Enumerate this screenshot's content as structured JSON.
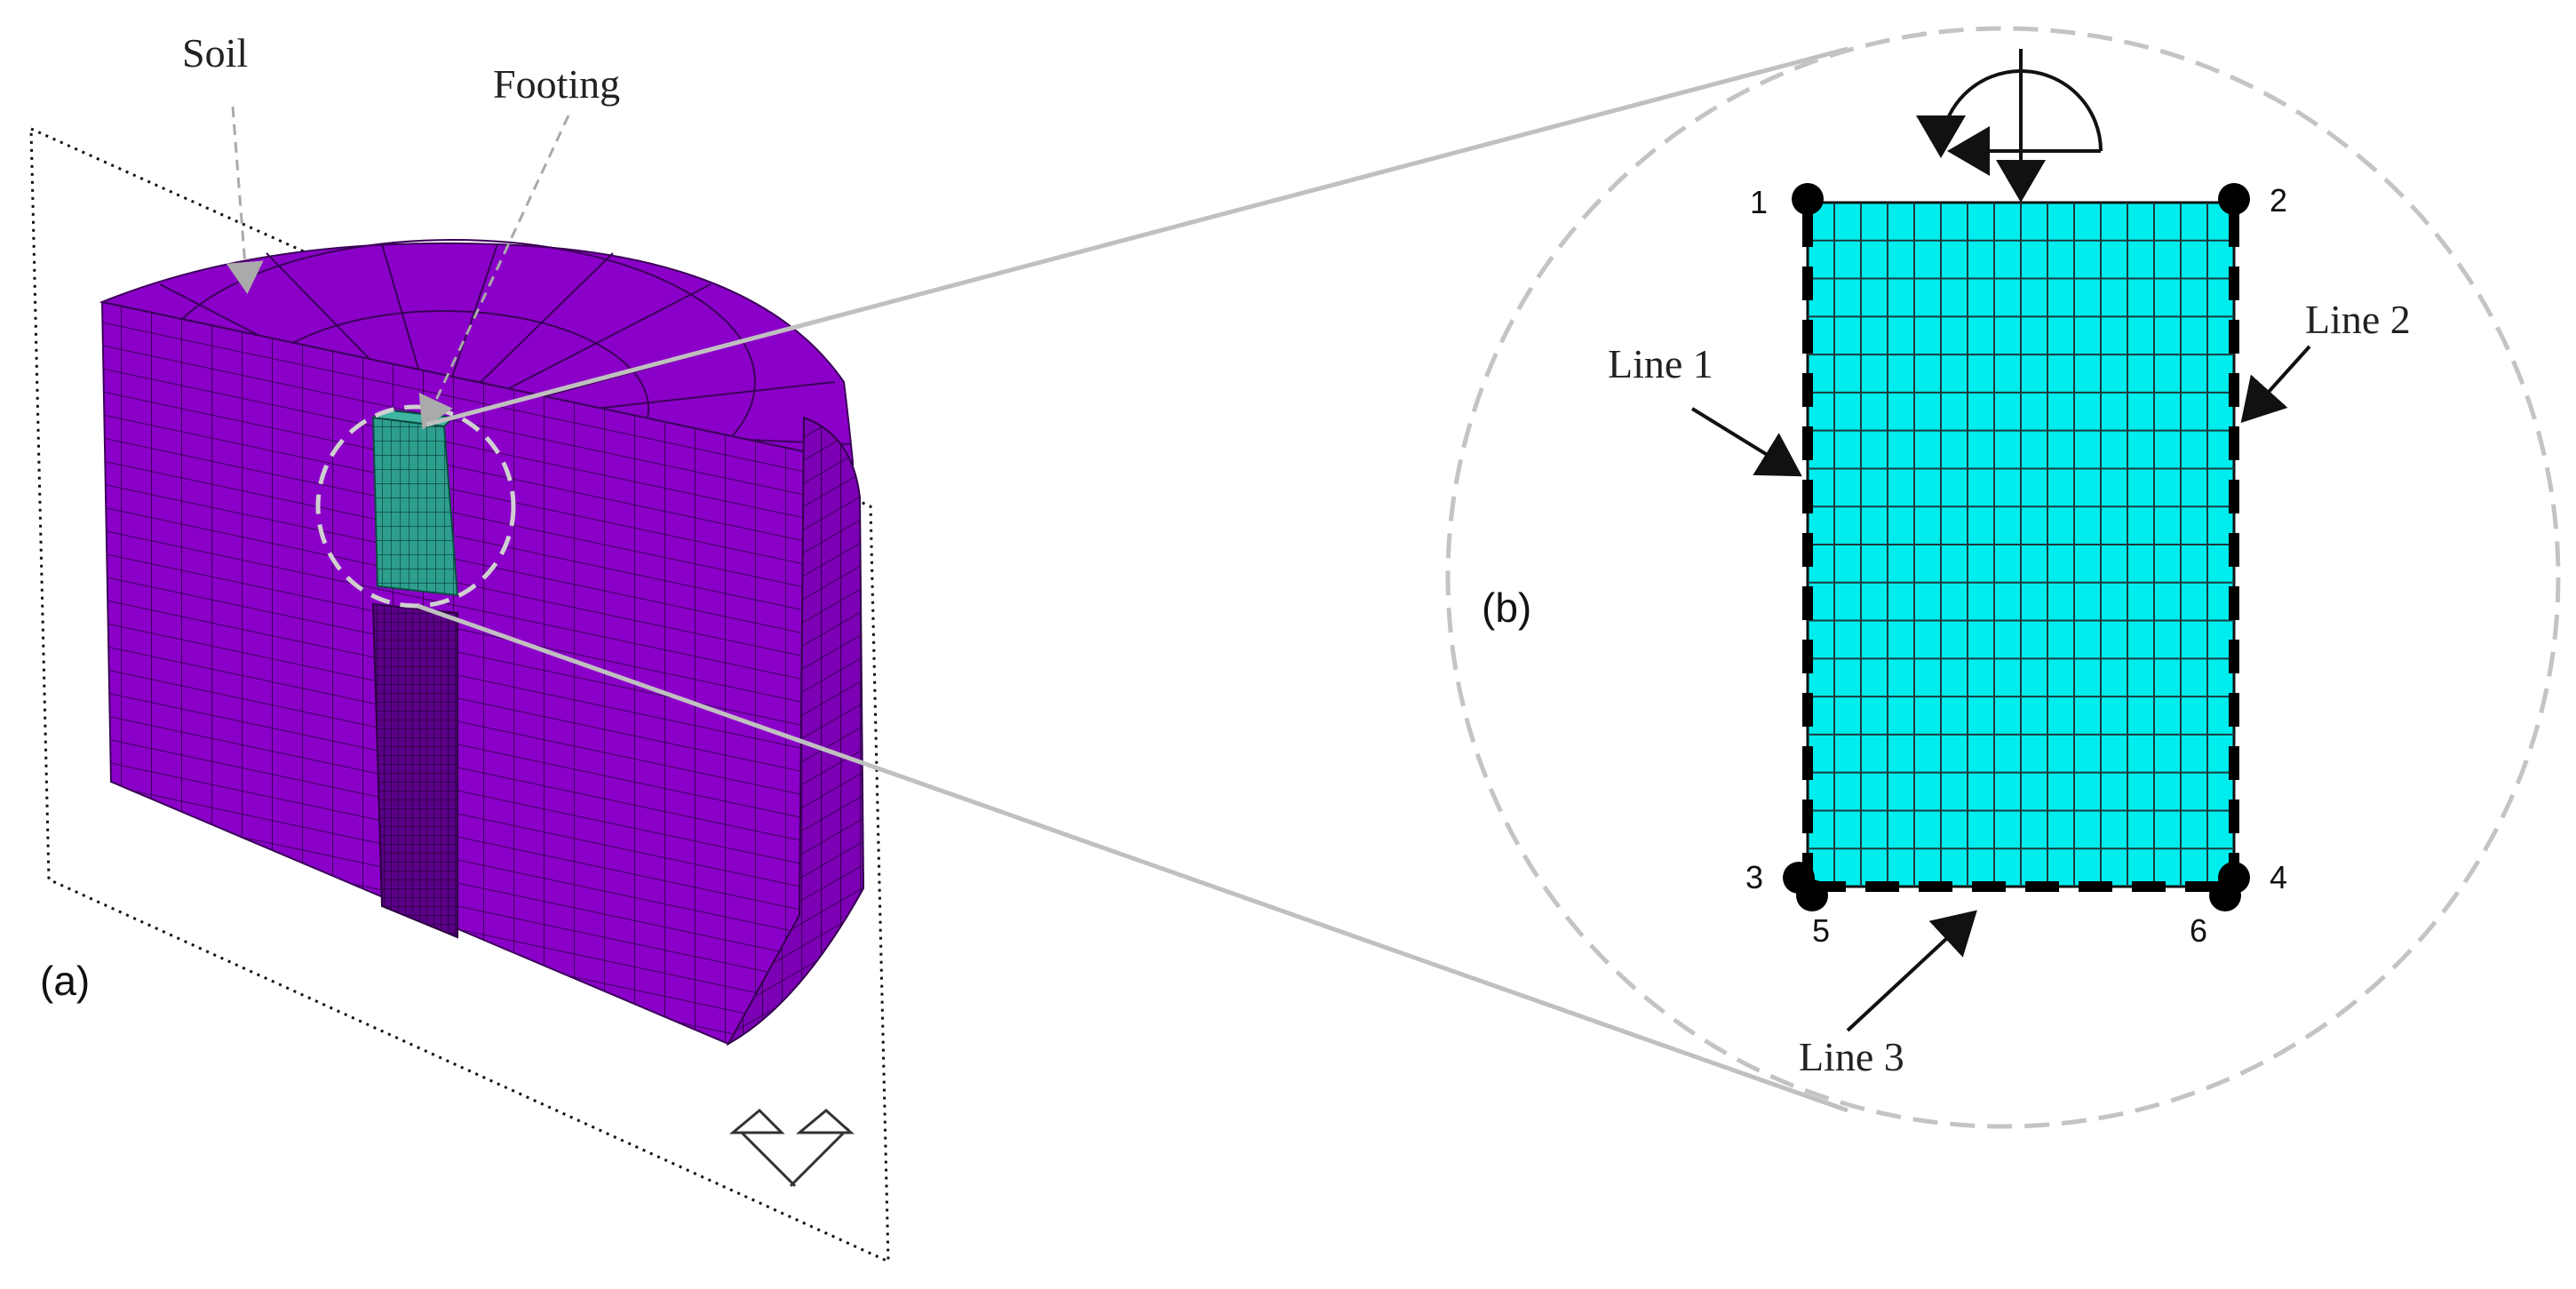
{
  "panel_a": {
    "label": "(a)",
    "soil_label": "Soil",
    "footing_label": "Footing",
    "soil_color": "#8B00C9",
    "footing_color": "#2E9E8E"
  },
  "panel_b": {
    "label": "(b)",
    "footing_color": "#00EDEE",
    "nodes": [
      "1",
      "2",
      "3",
      "4",
      "5",
      "6"
    ],
    "lines": [
      "Line 1",
      "Line 2",
      "Line 3"
    ]
  },
  "colors": {
    "dashed_circle": "#c4c4c4",
    "connector": "#c0c0c0",
    "outline": "#111111"
  },
  "icons": [
    "symmetry-plane-icon",
    "rotation-arrow-icon"
  ]
}
